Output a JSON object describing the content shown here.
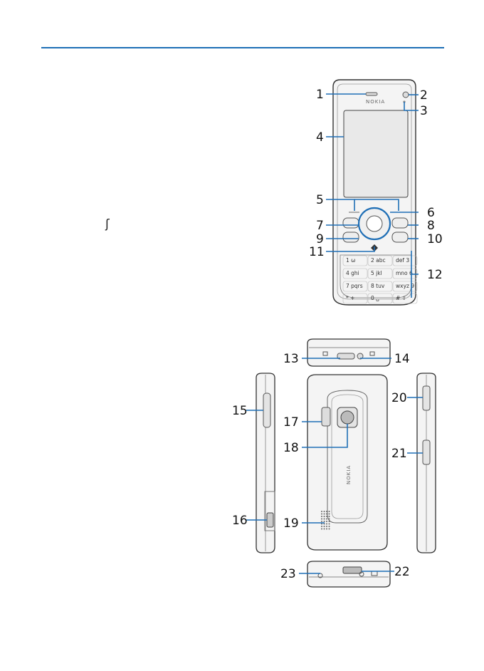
{
  "brand": "NOKIA",
  "key_glyph": "ʃ",
  "colors": {
    "accent": "#1f6fb6",
    "leader": "#1f6fb6"
  },
  "keypad": [
    {
      "label": "1 ω",
      "slot": 0
    },
    {
      "label": "2 abc",
      "slot": 1
    },
    {
      "label": "def 3",
      "slot": 2
    },
    {
      "label": "4 ghi",
      "slot": 3
    },
    {
      "label": "5 jkl",
      "slot": 4
    },
    {
      "label": "mno 6",
      "slot": 5
    },
    {
      "label": "7 pqrs",
      "slot": 6
    },
    {
      "label": "8 tuv",
      "slot": 7
    },
    {
      "label": "wxyz 9",
      "slot": 8
    },
    {
      "label": "* +",
      "slot": 9
    },
    {
      "label": "0 ␣",
      "slot": 10
    },
    {
      "label": "# ⇧",
      "slot": 11
    }
  ],
  "callouts": [
    "1",
    "2",
    "3",
    "4",
    "5",
    "6",
    "7",
    "8",
    "9",
    "10",
    "11",
    "12",
    "13",
    "14",
    "15",
    "16",
    "17",
    "18",
    "19",
    "20",
    "21",
    "22",
    "23"
  ]
}
